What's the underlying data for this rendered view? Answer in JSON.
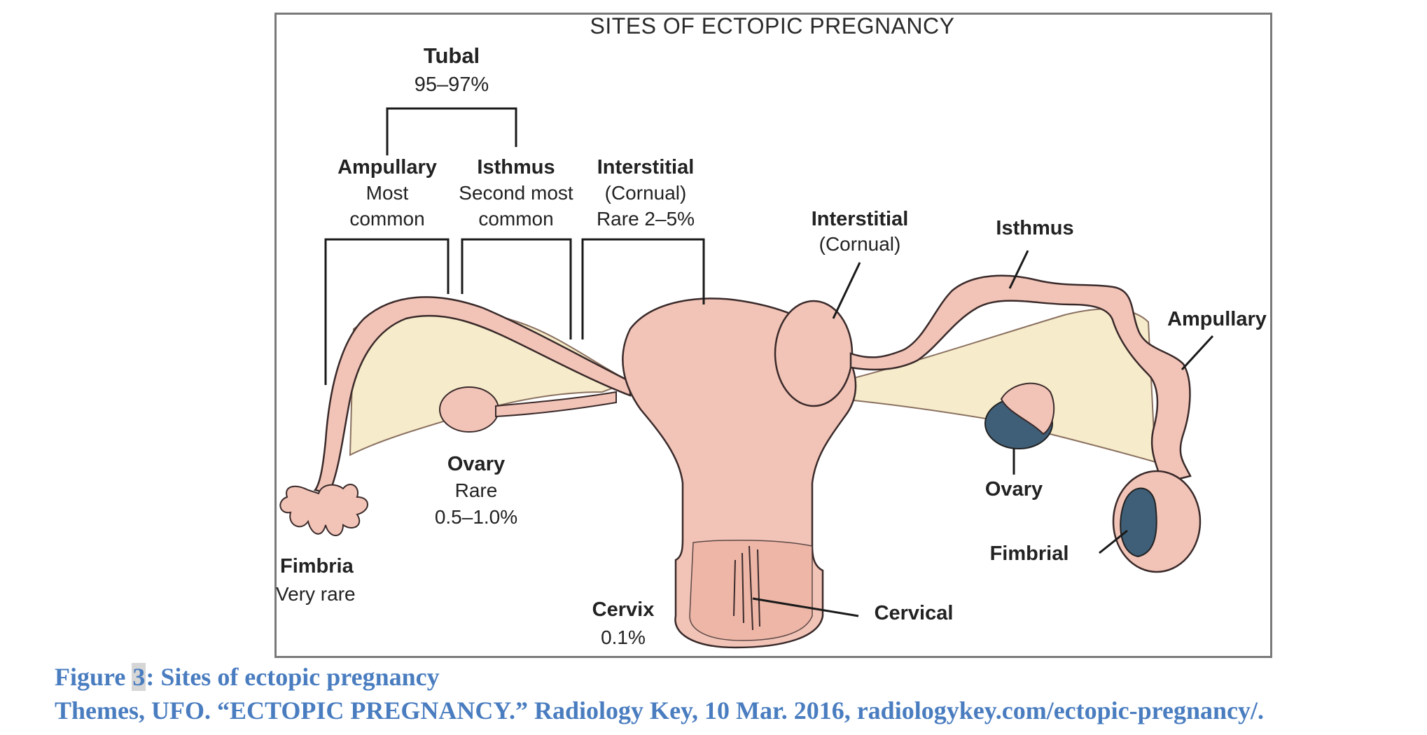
{
  "title": "SITES OF ECTOPIC PREGNANCY",
  "labels": {
    "tubal": {
      "name": "Tubal",
      "value": "95–97%"
    },
    "ampullary_left": {
      "name": "Ampullary",
      "line1": "Most",
      "line2": "common"
    },
    "isthmus_left": {
      "name": "Isthmus",
      "line1": "Second most",
      "line2": "common"
    },
    "interstitial_left": {
      "name": "Interstitial",
      "line1": "(Cornual)",
      "line2": "Rare 2–5%"
    },
    "interstitial_right": {
      "name": "Interstitial",
      "line1": "(Cornual)"
    },
    "isthmus_right": {
      "name": "Isthmus"
    },
    "ampullary_right": {
      "name": "Ampullary"
    },
    "ovary_left": {
      "name": "Ovary",
      "line1": "Rare",
      "line2": "0.5–1.0%"
    },
    "ovary_right": {
      "name": "Ovary"
    },
    "fimbria_left": {
      "name": "Fimbria",
      "line1": "Very rare"
    },
    "fimbrial_right": {
      "name": "Fimbrial"
    },
    "cervix": {
      "name": "Cervix",
      "value": "0.1%"
    },
    "cervical": {
      "name": "Cervical"
    }
  },
  "caption": {
    "prefix": "Figure ",
    "number": "3",
    "text": ": Sites of ectopic pregnancy",
    "citation": "Themes, UFO. “ECTOPIC PREGNANCY.” Radiology Key, 10 Mar. 2016, radiologykey.com/ectopic-pregnancy/."
  },
  "colors": {
    "tissue": "#f2c4b8",
    "tissue_dark": "#e8a999",
    "ligament": "#f6eccb",
    "outline": "#3a2a2a",
    "ectopic": "#3f5f78",
    "caption": "#4a7dc0"
  }
}
